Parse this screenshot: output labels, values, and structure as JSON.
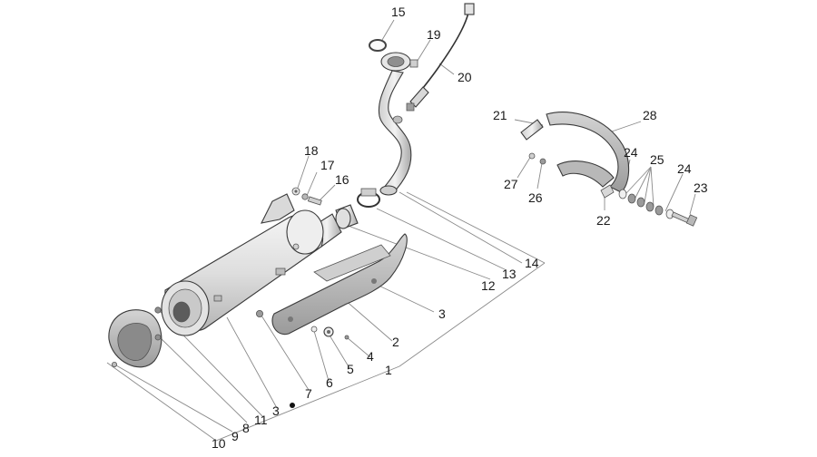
{
  "callouts": [
    {
      "id": "c15",
      "text": "15"
    },
    {
      "id": "c19",
      "text": "19"
    },
    {
      "id": "c20",
      "text": "20"
    },
    {
      "id": "c21",
      "text": "21"
    },
    {
      "id": "c28",
      "text": "28"
    },
    {
      "id": "c18",
      "text": "18"
    },
    {
      "id": "c17",
      "text": "17"
    },
    {
      "id": "c16",
      "text": "16"
    },
    {
      "id": "c24a",
      "text": "24"
    },
    {
      "id": "c25",
      "text": "25"
    },
    {
      "id": "c24b",
      "text": "24"
    },
    {
      "id": "c23",
      "text": "23"
    },
    {
      "id": "c27",
      "text": "27"
    },
    {
      "id": "c26",
      "text": "26"
    },
    {
      "id": "c22",
      "text": "22"
    },
    {
      "id": "c14",
      "text": "14"
    },
    {
      "id": "c13",
      "text": "13"
    },
    {
      "id": "c12",
      "text": "12"
    },
    {
      "id": "c3a",
      "text": "3"
    },
    {
      "id": "c2",
      "text": "2"
    },
    {
      "id": "c4",
      "text": "4"
    },
    {
      "id": "c5",
      "text": "5"
    },
    {
      "id": "c6",
      "text": "6"
    },
    {
      "id": "c1",
      "text": "1"
    },
    {
      "id": "c7",
      "text": "7"
    },
    {
      "id": "c3b",
      "text": "3"
    },
    {
      "id": "c11",
      "text": "11"
    },
    {
      "id": "c8",
      "text": "8"
    },
    {
      "id": "c9",
      "text": "9"
    },
    {
      "id": "c10",
      "text": "10"
    }
  ]
}
